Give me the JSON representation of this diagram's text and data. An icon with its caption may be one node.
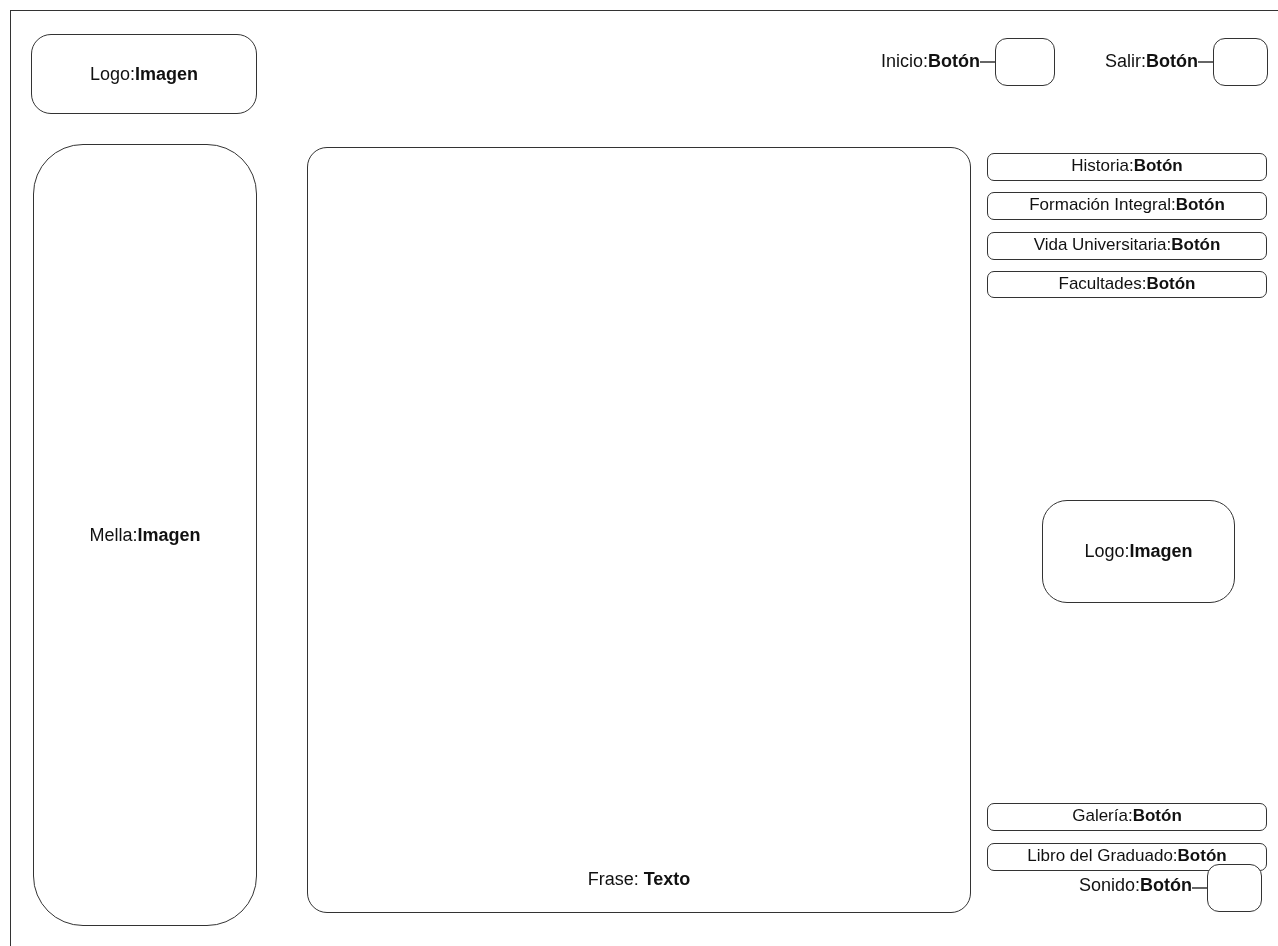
{
  "diagram": {
    "nodes": [
      {
        "text": [
          "Logo:**Imagen**"
        ]
      },
      {
        "text": [
          "Inicio:**Botón**"
        ]
      },
      {
        "text": [],
        "shape": "box"
      },
      {
        "text": [
          "Salir:**Botón**"
        ]
      },
      {
        "text": [],
        "shape": "box"
      },
      {
        "text": [
          "Mella:**Imagen**"
        ]
      },
      {
        "text": [
          "Frase: **Texto**"
        ]
      },
      {
        "text": [
          "Historia:**Botón**"
        ]
      },
      {
        "text": [
          "Formación Integral:**Botón**"
        ]
      },
      {
        "text": [
          "Vida Universitaria:**Botón**"
        ]
      },
      {
        "text": [
          "Facultades:**Botón**"
        ]
      },
      {
        "text": [
          "Logo:**Imagen**"
        ]
      },
      {
        "text": [
          "Galería:**Botón**"
        ]
      },
      {
        "text": [
          "Libro del Graduado:**Botón**"
        ]
      },
      {
        "text": [
          "Sonido:**Botón**"
        ]
      },
      {
        "text": [],
        "shape": "box"
      }
    ],
    "edges": [
      {
        "from": 1,
        "to": 2,
        "arrow": "none"
      },
      {
        "from": 3,
        "to": 4,
        "arrow": "none"
      },
      {
        "from": 14,
        "to": 15,
        "arrow": "none"
      }
    ]
  }
}
